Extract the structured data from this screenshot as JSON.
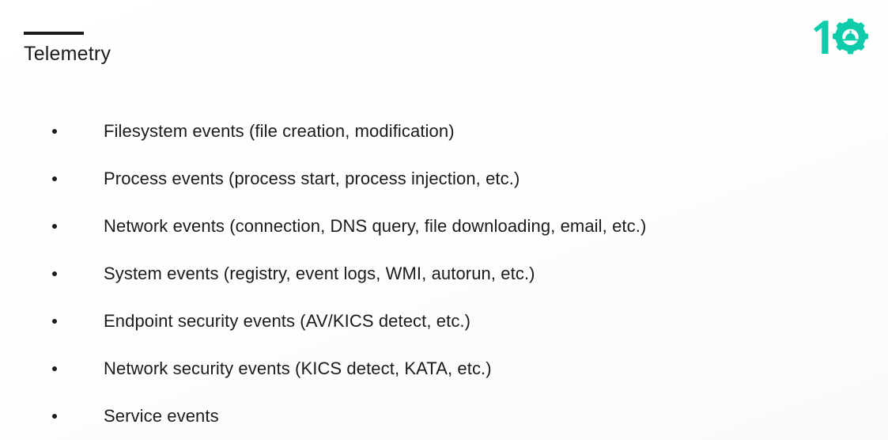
{
  "slide": {
    "title": "Telemetry",
    "background_color": "#ffffff",
    "text_color": "#1b1b1b"
  },
  "logo": {
    "digit": "1",
    "accent_color": "#0ECCA9",
    "mark_name": "gear-with-hardhat",
    "inner_color": "#ffffff"
  },
  "bullets": [
    {
      "text": "Filesystem events (file creation, modification)"
    },
    {
      "text": "Process events (process start, process injection, etc.)"
    },
    {
      "text": "Network events (connection, DNS query, file downloading, email, etc.)"
    },
    {
      "text": "System events (registry, event logs, WMI, autorun, etc.)"
    },
    {
      "text": "Endpoint security events (AV/KICS detect, etc.)"
    },
    {
      "text": "Network security events (KICS detect, KATA, etc.)"
    },
    {
      "text": "Service events"
    }
  ]
}
